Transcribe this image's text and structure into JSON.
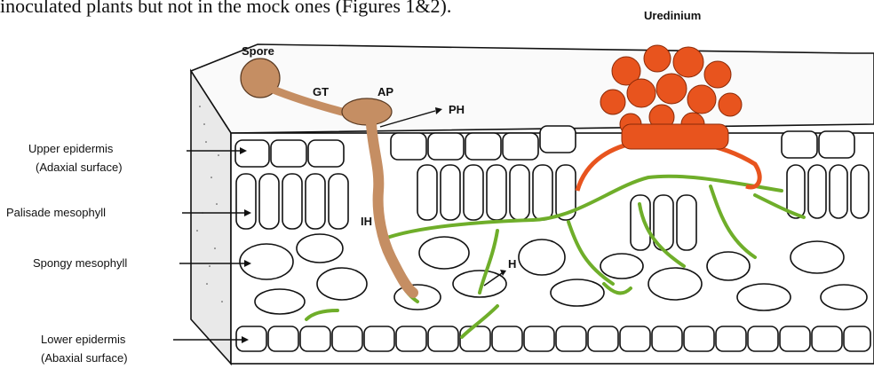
{
  "header_text": "inoculated plants but not in the mock ones (Figures 1&2).",
  "labels": {
    "uredinium": "Uredinium",
    "spore": "Spore",
    "gt": "GT",
    "ap": "AP",
    "ph": "PH",
    "ih": "IH",
    "h": "H",
    "upper_epidermis_1": "Upper epidermis",
    "upper_epidermis_2": "(Adaxial surface)",
    "palisade": "Palisade mesophyll",
    "spongy": "Spongy mesophyll",
    "lower_epidermis_1": "Lower epidermis",
    "lower_epidermis_2": "(Abaxial surface)"
  },
  "colors": {
    "hyphae": "#6fae2a",
    "uredinium": "#e8541e",
    "spore_and_germ_tube": "#c58e63",
    "outline": "#111111"
  }
}
